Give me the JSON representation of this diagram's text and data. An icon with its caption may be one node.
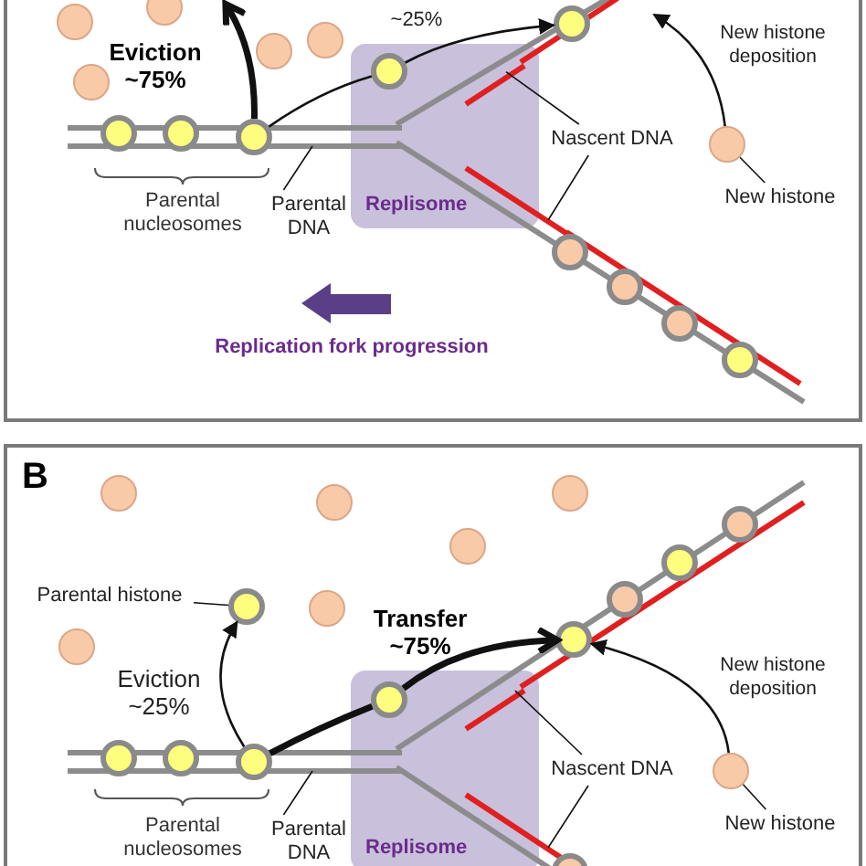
{
  "diagram": {
    "nodes": [
      {
        "text": [],
        "shape": "box"
      },
      {
        "text": [
          "Replisome"
        ],
        "in": 0
      },
      {
        "text": [],
        "shape": "circle",
        "in": 0
      },
      {
        "text": [],
        "shape": "circle",
        "in": 1
      },
      {
        "text": [],
        "shape": "circle",
        "in": 0
      },
      {
        "text": [],
        "shape": "circle",
        "in": 0
      },
      {
        "text": [
          "New histone"
        ],
        "in": 0
      },
      {
        "text": [
          "Nascent DNA"
        ],
        "in": 0
      },
      {
        "text": [
          "Parental DNA"
        ],
        "in": 0
      },
      {
        "text": [
          "B"
        ]
      },
      {
        "text": [
          "Replisome"
        ],
        "in": 9
      },
      {
        "text": [
          "Parental histone"
        ],
        "in": 9
      },
      {
        "text": [],
        "shape": "circle",
        "in": 9
      },
      {
        "text": [],
        "shape": "circle",
        "in": 9
      },
      {
        "text": [],
        "shape": "circle",
        "in": 10
      },
      {
        "text": [],
        "shape": "circle",
        "in": 9
      },
      {
        "text": [],
        "shape": "circle",
        "in": 9
      },
      {
        "text": [
          "New histone"
        ],
        "in": 9
      },
      {
        "text": [
          "Nascent DNA"
        ],
        "in": 9
      },
      {
        "text": [
          "Parental DNA"
        ],
        "in": 9
      },
      {
        "text": [],
        "shape": "line",
        "in": 0
      },
      {
        "text": [],
        "shape": "line",
        "in": 1
      },
      {
        "text": [],
        "shape": "line",
        "in": 0
      },
      {
        "text": [],
        "shape": "line",
        "in": 9
      },
      {
        "text": [],
        "shape": "line",
        "in": 10
      },
      {
        "text": [],
        "shape": "line",
        "in": 9
      }
    ],
    "edges": [
      {
        "from": 2,
        "to": null,
        "arrow": "to",
        "style": "thick"
      },
      {
        "from": 2,
        "to": 3,
        "arrow": "none"
      },
      {
        "from": 3,
        "to": 4,
        "arrow": "to"
      },
      {
        "from": 5,
        "to": null,
        "arrow": "to"
      },
      {
        "from": 6,
        "to": 5,
        "arrow": "none"
      },
      {
        "from": 7,
        "to": 21,
        "arrow": "none"
      },
      {
        "from": 7,
        "to": 22,
        "arrow": "none"
      },
      {
        "from": 8,
        "to": 20,
        "arrow": "none"
      },
      {
        "from": 13,
        "to": 12,
        "arrow": "to"
      },
      {
        "from": 13,
        "to": 14,
        "arrow": "none",
        "style": "thick"
      },
      {
        "from": 14,
        "to": 15,
        "arrow": "to",
        "style": "thick"
      },
      {
        "from": 16,
        "to": 15,
        "arrow": "to"
      },
      {
        "from": 17,
        "to": 16,
        "arrow": "none"
      },
      {
        "from": 18,
        "to": 24,
        "arrow": "none"
      },
      {
        "from": 18,
        "to": 25,
        "arrow": "none"
      },
      {
        "from": 19,
        "to": 23,
        "arrow": "none"
      },
      {
        "from": 11,
        "to": 12,
        "arrow": "none"
      }
    ],
    "labels": [
      "Eviction ~75%",
      "~25%",
      "New histone deposition",
      "Parental nucleosomes",
      "Replication fork progression",
      "Transfer ~75%",
      "Eviction ~25%",
      "New histone deposition",
      "Parental nucleosomes"
    ]
  }
}
